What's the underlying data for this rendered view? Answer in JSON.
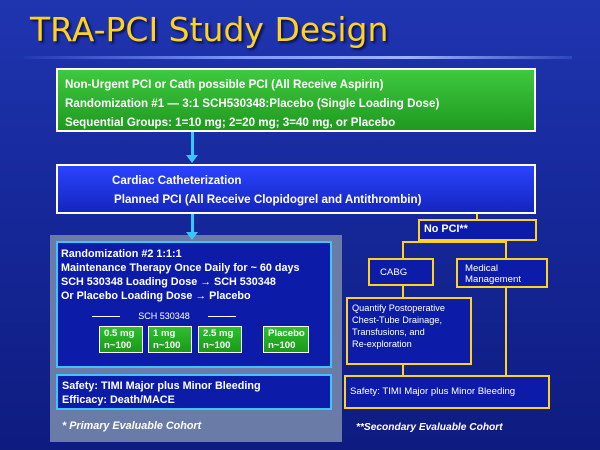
{
  "title": "TRA-PCI Study Design",
  "top_box": {
    "line1": "Non-Urgent PCI or Cath possible PCI (All Receive Aspirin)",
    "line2": "Randomization #1 — 3:1 SCH530348:Placebo (Single Loading Dose)",
    "line3": "Sequential Groups: 1=10 mg; 2=20 mg; 3=40 mg, or Placebo"
  },
  "cath_box": {
    "line1": "Cardiac Catheterization",
    "line2": "Planned PCI (All Receive Clopidogrel and Antithrombin)"
  },
  "rand2_box": {
    "line1": "Randomization #2 1:1:1",
    "line2": "Maintenance Therapy Once Daily for ~ 60 days",
    "line3": "SCH 530348 Loading Dose → SCH 530348",
    "line4": "Or Placebo Loading Dose → Placebo",
    "sch_label": "SCH 530348",
    "doses": [
      {
        "dose": "0.5 mg",
        "n": "n~100"
      },
      {
        "dose": "1 mg",
        "n": "n~100"
      },
      {
        "dose": "2.5 mg",
        "n": "n~100"
      },
      {
        "dose": "Placebo",
        "n": "n~100"
      }
    ]
  },
  "safety_primary": {
    "line1": "Safety:  TIMI Major plus Minor Bleeding",
    "line2": "Efficacy: Death/MACE"
  },
  "primary_cohort": "*  Primary Evaluable Cohort",
  "no_pci": "No PCI**",
  "cabg": "CABG",
  "medical": {
    "line1": "Medical",
    "line2": "Management"
  },
  "quantify": {
    "line1": "Quantify Postoperative",
    "line2": "Chest-Tube Drainage,",
    "line3": "Transfusions, and",
    "line4": "Re-exploration"
  },
  "safety_secondary": "Safety: TIMI Major plus Minor Bleeding",
  "secondary_cohort": "**Secondary Evaluable Cohort",
  "colors": {
    "background": "#1a2fa8",
    "title": "#ffd21f",
    "green_box": "#2fb52f",
    "blue_box": "#1f35e0",
    "cyan_arrow": "#36c8ff",
    "yellow_border": "#ffd21f",
    "gray_panel": "#6b7ba8"
  }
}
